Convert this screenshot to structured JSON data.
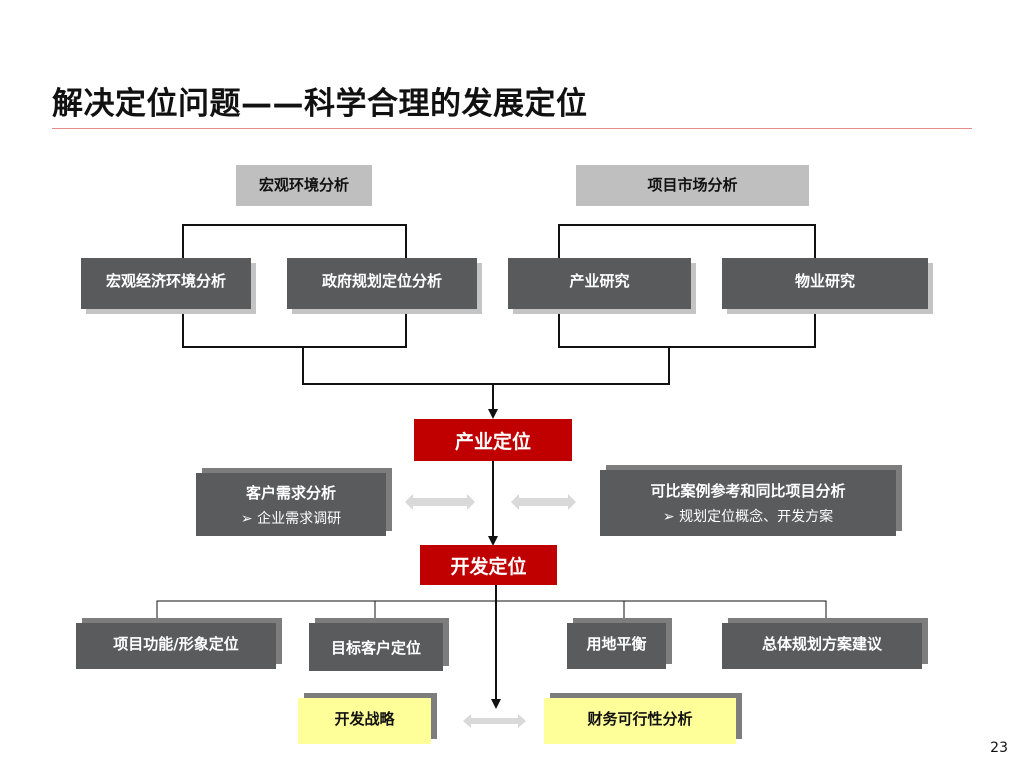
{
  "page": {
    "title": "解决定位问题——科学合理的发展定位",
    "page_number": "23"
  },
  "top": {
    "macro_env": "宏观环境分析",
    "market": "项目市场分析"
  },
  "analysis": {
    "macro_economy": "宏观经济环境分析",
    "gov_planning": "政府规划定位分析",
    "industry_research": "产业研究",
    "property_research": "物业研究"
  },
  "industry_positioning": "产业定位",
  "customer": {
    "title": "客户需求分析",
    "bullet": "➢  企业需求调研"
  },
  "comparable": {
    "title": "可比案例参考和同比项目分析",
    "bullet": "➢  规划定位概念、开发方案"
  },
  "development_positioning": "开发定位",
  "outputs": {
    "function_image": "项目功能/形象定位",
    "target_customer": "目标客户定位",
    "land_balance": "用地平衡",
    "master_plan": "总体规划方案建议"
  },
  "final": {
    "strategy": "开发战略",
    "finance": "财务可行性分析"
  },
  "colors": {
    "accent_red": "#c00000",
    "dark_box": "#595a5c",
    "light_gray": "#bfbfbf",
    "highlight_yellow": "#ffff99"
  }
}
